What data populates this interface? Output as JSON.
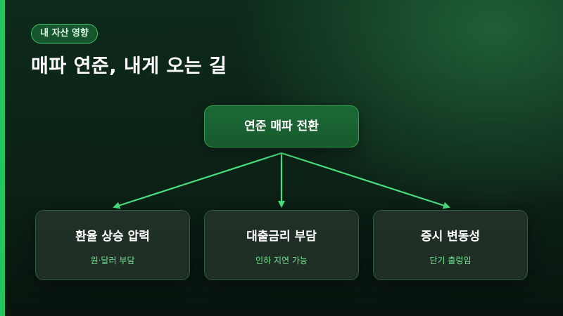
{
  "header": {
    "tag": "내 자산 영향",
    "title": "매파 연준, 내게 오는 길"
  },
  "diagram": {
    "root": {
      "label": "연준 매파 전환"
    },
    "children": [
      {
        "label": "환율 상승 압력",
        "sub": "원·달러 부담"
      },
      {
        "label": "대출금리 부담",
        "sub": "인하 지연 가능"
      },
      {
        "label": "증시 변동성",
        "sub": "단기 출렁임"
      }
    ]
  },
  "colors": {
    "accent": "#22c55e",
    "connector": "#4ade80",
    "sub_text": "#6fe08f"
  }
}
